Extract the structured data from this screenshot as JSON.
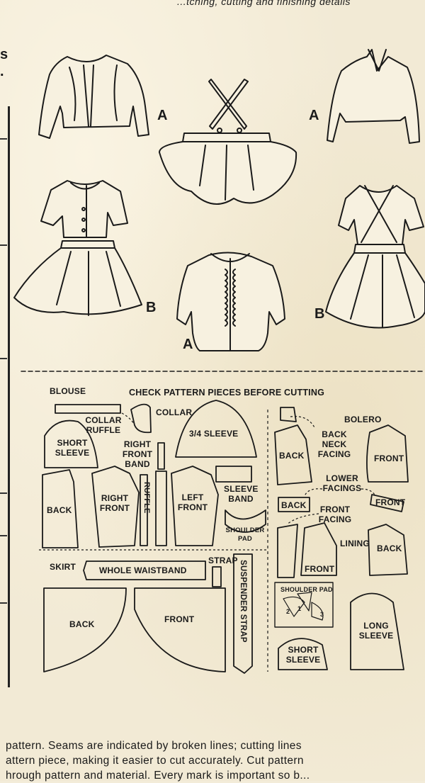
{
  "page": {
    "header_fragment": "...tching, cutting and finishing details",
    "edge_fragments": [
      "s",
      "."
    ],
    "view_letters": {
      "top_left": "A",
      "top_center_right": "A",
      "mid_left": "B",
      "mid_right": "B",
      "blouse": "A"
    }
  },
  "layout_title": "CHECK PATTERN PIECES BEFORE CUTTING",
  "sections": {
    "blouse": "BLOUSE",
    "skirt": "SKIRT",
    "bolero": "BOLERO"
  },
  "pieces": {
    "collar_ruffle": "COLLAR RUFFLE",
    "collar": "COLLAR",
    "sleeve_34": "3/4 SLEEVE",
    "short_sleeve_blouse": "SHORT SLEEVE",
    "right_front_band": "RIGHT FRONT BAND",
    "back_blouse": "BACK",
    "right_front": "RIGHT FRONT",
    "ruffle": "RUFFLE",
    "left_front": "LEFT FRONT",
    "sleeve_band": "SLEEVE BAND",
    "shoulder_pad_blouse": "SHOULDER PAD",
    "whole_waistband": "WHOLE WAISTBAND",
    "strap": "STRAP",
    "suspender_strap": "SUSPENDER STRAP",
    "skirt_back": "BACK",
    "skirt_front": "FRONT",
    "back_neck_facing": "BACK NECK FACING",
    "bolero_back": "BACK",
    "bolero_front": "FRONT",
    "lower_facings": "LOWER FACINGS",
    "lower_back": "BACK",
    "lower_front": "FRONT",
    "front_facing": "FRONT FACING",
    "lining": "LINING",
    "lining_front": "FRONT",
    "lining_back": "BACK",
    "shoulder_pad_bolero": "SHOULDER PAD",
    "pad_numbers": [
      "1",
      "2",
      "3"
    ],
    "short_sleeve_bolero": "SHORT SLEEVE",
    "long_sleeve": "LONG SLEEVE"
  },
  "instructions": [
    "pattern.  Seams are indicated by broken lines; cutting lines",
    "attern piece, making it easier to cut accurately.  Cut pattern",
    "hrough pattern and material.  Every mark is important so b..."
  ]
}
